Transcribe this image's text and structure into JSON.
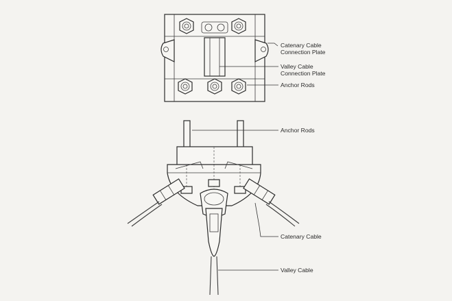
{
  "labels": {
    "catenary_plate_line1": "Catenary Cable",
    "catenary_plate_line2": "Connection Plate",
    "valley_plate_line1": "Valley Cable",
    "valley_plate_line2": "Connection Plate",
    "anchor_rods_top": "Anchor Rods",
    "anchor_rods_side": "Anchor Rods",
    "catenary_cable": "Catenary Cable",
    "valley_cable": "Valley Cable"
  }
}
